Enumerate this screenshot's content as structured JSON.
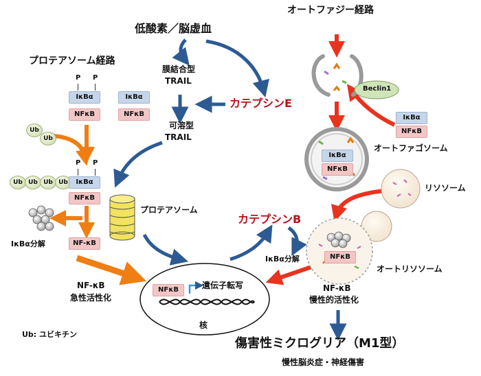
{
  "labels": {
    "hypoxia": "低酸素／脳虚血",
    "autophagy_path": "オートファジー経路",
    "proteasome_path": "プロテアソーム経路",
    "membrane_trail_1": "膜結合型",
    "membrane_trail_2": "TRAIL",
    "soluble_trail_1": "可溶型",
    "soluble_trail_2": "TRAIL",
    "cathepsin_e": "カテプシンE",
    "cathepsin_b": "カテプシンB",
    "beclin": "Beclin1",
    "autophagosome": "オートファゴソーム",
    "lysosome": "リソソーム",
    "autolysosome": "オートリソソーム",
    "proteasome": "プロテアソーム",
    "ikba_degradation_left": "IκBα分解",
    "ikba_degradation_right": "IκBα分解",
    "nfkb_acute_1": "NF-κB",
    "nfkb_acute_2": "急性活性化",
    "nfkb_chronic_1": "NF-κB",
    "nfkb_chronic_2": "慢性的活性化",
    "gene_transcription": "遺伝子転写",
    "nucleus": "核",
    "ub_legend": "Ub: ユビキチン",
    "outcome_title": "傷害性ミクログリア（M1型）",
    "outcome_sub": "慢性脳炎症・神経傷害"
  },
  "molecules": {
    "ikba": "IκBα",
    "nfkb": "NFκB",
    "nfkb_hyphen": "NF-κB",
    "phospho": "P",
    "ub": "Ub"
  },
  "colors": {
    "blue_arrow": "#2d5a93",
    "orange_arrow": "#f07e12",
    "red_arrow": "#e8331f",
    "ikba_box": "#c6d6ea",
    "nfkb_box": "#f3c6c6",
    "cathepsin_text": "#b5121b",
    "proteasome_yellow": "#f2e35e"
  }
}
